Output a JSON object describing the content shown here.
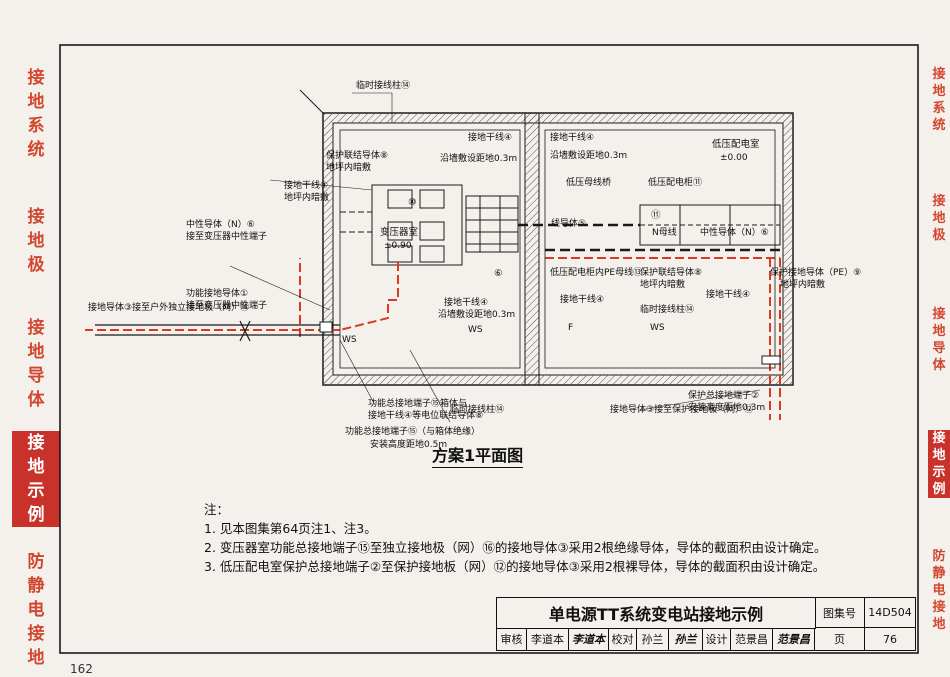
{
  "left_tabs": [
    {
      "label": "接地系统",
      "color": "#d2472f",
      "bg": "#f4f1ec"
    },
    {
      "label": "接地极",
      "color": "#d2472f",
      "bg": "#f4f1ec"
    },
    {
      "label": "接地导体",
      "color": "#d2472f",
      "bg": "#f4f1ec"
    },
    {
      "label": "接地示例",
      "color": "#ffffff",
      "bg": "#c8322a"
    },
    {
      "label": "防静电接地",
      "color": "#d2472f",
      "bg": "#f4f1ec"
    }
  ],
  "right_tabs": [
    "接地系统",
    "接地极",
    "接地导体",
    "接地示例",
    "防静电接地"
  ],
  "diagram": {
    "labels": {
      "temp_post_top": "临时接线柱⑭",
      "protective_bond_conductor": "保护联结导体⑧",
      "floor_dark_1": "地坪内暗敷",
      "earthing_main_line_1": "接地干线④",
      "floor_dark_2": "地坪内暗敷",
      "neutral_conductor": "中性导体（N）⑥",
      "connect_neutral_terminal": "接至变压器中性端子",
      "transformer_room": "变压器室",
      "transformer_elev": "±0.90",
      "functional_conductor": "功能接地导体①",
      "connect_transformer_neutral": "接至变压器中性端子",
      "earth_conductor_outdoor": "接地导体③接至户外独立接地极（网）⑯",
      "main_line_wall_a": "接地干线④",
      "wall_mount_a": "沿墙敷设距地0.3m",
      "main_line_wall_b": "接地干线④",
      "wall_mount_b": "沿墙敷设距地0.3m",
      "lv_room": "低压配电室",
      "lv_room_elev": "±0.00",
      "lv_busbar": "低压母线桥",
      "lv_cabinet": "低压配电柜⑪",
      "bus_line": "线导体⑤",
      "n_line": "N母线",
      "neutral_n_label": "中性导体（N）⑥",
      "pe_line_in_cabinet": "低压配电柜内PE母线⑬",
      "protective_bond_2": "保护联结导体⑧",
      "floor_dark_3": "地坪内暗敷",
      "main_line_2": "接地干线④",
      "temp_post_2": "临时接线柱⑭",
      "main_line_3": "接地干线④",
      "pe_conductor": "保护接地导体（PE）⑨",
      "floor_dark_4": "地坪内暗敷",
      "main_line_bottom": "接地干线④",
      "wall_mount_bottom": "沿墙敷设距地0.3m",
      "ws_1": "WS",
      "ws_2": "WS",
      "ws_3": "WS",
      "f_mark": "F",
      "func_terminal_15": "功能总接地端子⑮箱体与",
      "func_terminal_15b": "接地干线④等电位联结导体⑧",
      "temp_post_bottom": "临时接线柱⑭",
      "func_terminal_insulated": "功能总接地端子⑮（与箱体绝缘）",
      "install_height_05": "安装高度距地0.5m",
      "protective_terminal_2": "保护总接地端子②",
      "install_height_03": "安装高度距地0.3m",
      "earth_conductor_protective": "接地导体③接至保护接地极（网）⑫",
      "num_10": "⑩",
      "num_6": "⑥",
      "num_5": "⑤",
      "num_11": "⑪"
    }
  },
  "caption": "方案1平面图",
  "notes": {
    "heading": "注：",
    "items": [
      "1. 见本图集第64页注1、注3。",
      "2. 变压器室功能总接地端子⑮至独立接地极（网）⑯的接地导体③采用2根绝缘导体，导体的截面积由设计确定。",
      "3. 低压配电室保护总接地端子②至保护接地板（网）⑫的接地导体③采用2根裸导体，导体的截面积由设计确定。"
    ]
  },
  "title_block": {
    "title": "单电源TT系统变电站接地示例",
    "atlas_label": "图集号",
    "atlas_no": "14D504",
    "page_label": "页",
    "page_no": "76",
    "review_label": "审核",
    "reviewer": "李道本",
    "reviewer_sig": "李道本",
    "check_label": "校对",
    "checker": "孙兰",
    "checker_sig": "孙兰",
    "design_label": "设计",
    "designer": "范景昌",
    "designer_sig": "范景昌"
  },
  "book_page_number": "162",
  "colors": {
    "red_accent": "#c8322a",
    "conductor_red": "#d93a23",
    "line": "#1a1a1a"
  }
}
